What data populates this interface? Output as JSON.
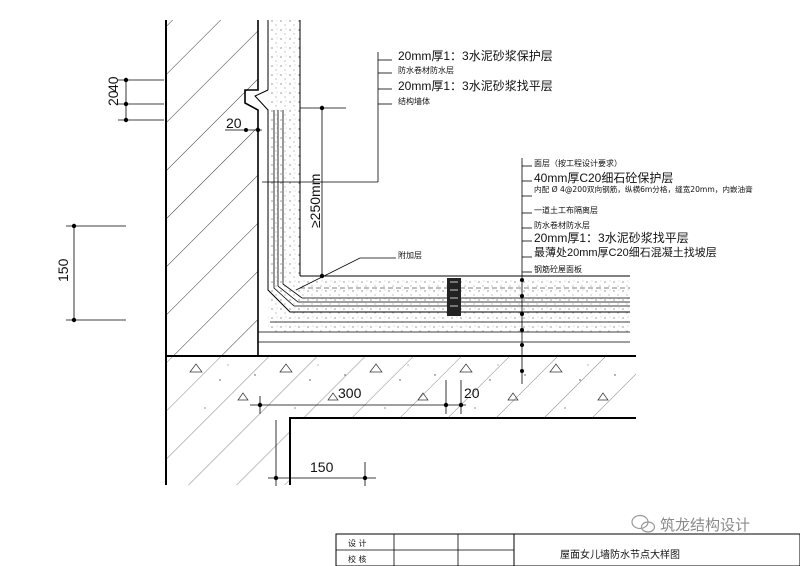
{
  "left_annotations": [
    "20mm厚1：3水泥砂浆保护层",
    "防水卷材防水层",
    "20mm厚1：3水泥砂浆找平层",
    "结构墙体"
  ],
  "right_annotations": [
    "面层（按工程设计要求）",
    "40mm厚C20细石砼保护层",
    "内配 Ø 4@200双向钢筋，纵横6m分格，缝宽20mm，内嵌油膏",
    "一道土工布隔离层",
    "防水卷材防水层",
    "20mm厚1：3水泥砂浆找平层",
    "最薄处20mm厚C20细石混凝土找坡层",
    "钢筋砼屋面板"
  ],
  "extra_label": "附加层",
  "dimensions": {
    "d20_40_left": "20",
    "d20_40_right": "40",
    "d20_horizontal": "20",
    "d250": "≥250mm",
    "d150_left": "150",
    "d300": "300",
    "d20_bottom": "20",
    "d150_bottom": "150"
  },
  "title_block": {
    "row1": "设  计",
    "row2": "校  核",
    "title": "屋面女儿墙防水节点大样图"
  },
  "watermark": "筑龙结构设计"
}
